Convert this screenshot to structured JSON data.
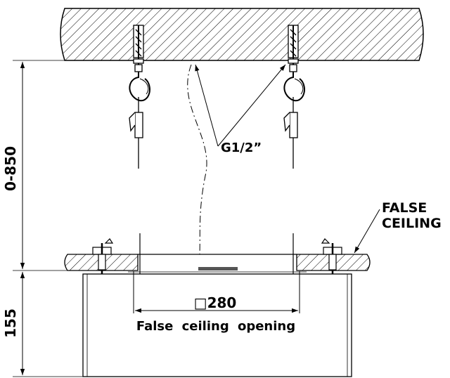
{
  "labels": {
    "pipe": "G1/2”",
    "false_ceiling_line1": "FALSE",
    "false_ceiling_line2": "CEILING",
    "suspension_range": "0-850",
    "unit_height": "155",
    "opening_size": "□280",
    "opening_caption": "False ceiling opening"
  },
  "colors": {
    "line": "#000000",
    "background": "#ffffff"
  }
}
